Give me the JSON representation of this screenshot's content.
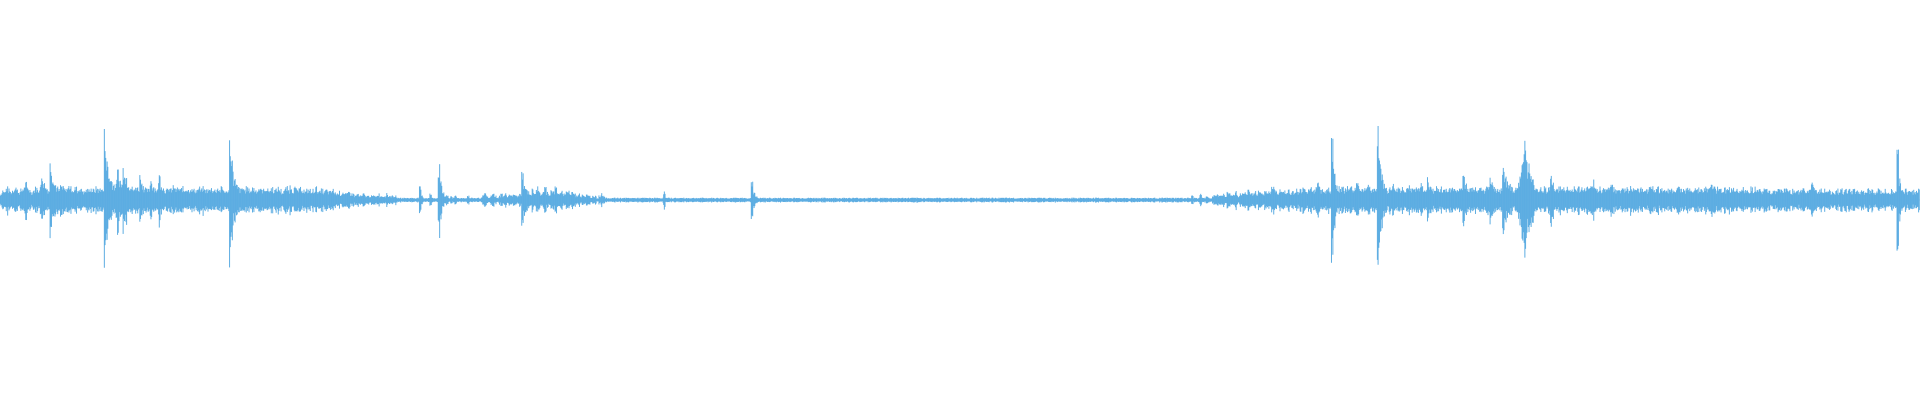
{
  "waveform": {
    "color": "#5dade2",
    "background": "#ffffff",
    "samples": [
      0.03,
      0.05,
      0.04,
      0.06,
      0.05,
      0.04,
      0.05,
      0.07,
      0.05,
      0.04,
      0.05,
      0.06,
      0.08,
      0.06,
      0.05,
      0.04,
      0.05,
      0.06,
      0.05,
      0.07,
      0.12,
      0.08,
      0.06,
      0.05,
      0.18,
      0.12,
      0.08,
      0.06,
      0.05,
      0.07,
      0.06,
      0.05,
      0.06,
      0.07,
      0.06,
      0.05,
      0.06,
      0.05,
      0.06,
      0.05,
      0.04,
      0.05,
      0.05,
      0.06,
      0.05,
      0.05,
      0.06,
      0.05,
      0.06,
      0.05,
      0.32,
      0.18,
      0.12,
      0.1,
      0.08,
      0.07,
      0.14,
      0.1,
      0.08,
      0.16,
      0.12,
      0.09,
      0.07,
      0.06,
      0.05,
      0.07,
      0.06,
      0.12,
      0.08,
      0.06,
      0.05,
      0.05,
      0.1,
      0.07,
      0.06,
      0.05,
      0.12,
      0.08,
      0.06,
      0.05,
      0.05,
      0.06,
      0.05,
      0.07,
      0.05,
      0.06,
      0.05,
      0.06,
      0.05,
      0.06,
      0.05,
      0.06,
      0.05,
      0.05,
      0.05,
      0.06,
      0.05,
      0.06,
      0.05,
      0.05,
      0.05,
      0.06,
      0.05,
      0.05,
      0.06,
      0.05,
      0.06,
      0.05,
      0.04,
      0.05,
      0.3,
      0.18,
      0.1,
      0.07,
      0.06,
      0.05,
      0.06,
      0.05,
      0.06,
      0.05,
      0.05,
      0.06,
      0.05,
      0.05,
      0.06,
      0.05,
      0.05,
      0.06,
      0.05,
      0.05,
      0.06,
      0.05,
      0.05,
      0.06,
      0.05,
      0.04,
      0.05,
      0.06,
      0.05,
      0.07,
      0.05,
      0.06,
      0.05,
      0.05,
      0.06,
      0.05,
      0.04,
      0.05,
      0.05,
      0.04,
      0.05,
      0.06,
      0.05,
      0.04,
      0.05,
      0.04,
      0.05,
      0.04,
      0.04,
      0.05,
      0.04,
      0.03,
      0.04,
      0.03,
      0.04,
      0.03,
      0.03,
      0.04,
      0.03,
      0.03,
      0.02,
      0.03,
      0.02,
      0.02,
      0.03,
      0.02,
      0.02,
      0.02,
      0.02,
      0.02,
      0.02,
      0.03,
      0.02,
      0.02,
      0.02,
      0.03,
      0.02,
      0.02,
      0.02,
      0.02,
      0.01,
      0.01,
      0.01,
      0.01,
      0.01,
      0.01,
      0.01,
      0.01,
      0.01,
      0.01,
      0.01,
      0.06,
      0.02,
      0.01,
      0.01,
      0.01,
      0.03,
      0.01,
      0.01,
      0.01,
      0.16,
      0.08,
      0.04,
      0.02,
      0.02,
      0.01,
      0.02,
      0.01,
      0.02,
      0.01,
      0.01,
      0.01,
      0.01,
      0.01,
      0.02,
      0.01,
      0.01,
      0.01,
      0.01,
      0.01,
      0.01,
      0.02,
      0.03,
      0.02,
      0.01,
      0.02,
      0.03,
      0.02,
      0.01,
      0.02,
      0.03,
      0.02,
      0.03,
      0.02,
      0.03,
      0.02,
      0.03,
      0.02,
      0.02,
      0.03,
      0.12,
      0.07,
      0.05,
      0.04,
      0.03,
      0.05,
      0.04,
      0.06,
      0.04,
      0.03,
      0.04,
      0.06,
      0.04,
      0.03,
      0.05,
      0.04,
      0.06,
      0.04,
      0.03,
      0.04,
      0.03,
      0.04,
      0.05,
      0.03,
      0.04,
      0.03,
      0.02,
      0.03,
      0.02,
      0.03,
      0.02,
      0.03,
      0.02,
      0.01,
      0.02,
      0.02,
      0.01,
      0.02,
      0.03,
      0.02,
      0.01,
      0.01,
      0.01,
      0.01,
      0.01,
      0.01,
      0.01,
      0.01,
      0.01,
      0.01,
      0.01,
      0.01,
      0.01,
      0.01,
      0.01,
      0.01,
      0.01,
      0.01,
      0.01,
      0.01,
      0.01,
      0.01,
      0.01,
      0.01,
      0.01,
      0.01,
      0.01,
      0.01,
      0.04,
      0.01,
      0.01,
      0.01,
      0.01,
      0.01,
      0.01,
      0.01,
      0.01,
      0.01,
      0.01,
      0.01,
      0.01,
      0.01,
      0.01,
      0.01,
      0.01,
      0.01,
      0.01,
      0.01,
      0.01,
      0.01,
      0.01,
      0.01,
      0.01,
      0.01,
      0.01,
      0.01,
      0.01,
      0.01,
      0.01,
      0.01,
      0.01,
      0.01,
      0.01,
      0.01,
      0.01,
      0.01,
      0.01,
      0.01,
      0.01,
      0.01,
      0.08,
      0.04,
      0.02,
      0.01,
      0.01,
      0.01,
      0.01,
      0.01,
      0.01,
      0.01,
      0.01,
      0.01,
      0.01,
      0.01,
      0.01,
      0.01,
      0.01,
      0.01,
      0.01,
      0.01,
      0.01,
      0.01,
      0.01,
      0.01,
      0.01,
      0.01,
      0.01,
      0.01,
      0.01,
      0.01,
      0.01,
      0.01,
      0.01,
      0.01,
      0.01,
      0.01,
      0.01,
      0.01,
      0.01,
      0.01,
      0.01,
      0.01,
      0.01,
      0.01,
      0.01,
      0.01,
      0.01,
      0.01,
      0.01,
      0.01,
      0.01,
      0.01,
      0.01,
      0.01,
      0.01,
      0.01,
      0.01,
      0.01,
      0.01,
      0.01,
      0.01,
      0.01,
      0.01,
      0.01,
      0.01,
      0.01,
      0.01,
      0.01,
      0.01,
      0.01,
      0.01,
      0.01,
      0.01,
      0.01,
      0.01,
      0.01,
      0.01,
      0.01,
      0.01,
      0.01,
      0.01,
      0.01,
      0.01,
      0.01,
      0.01,
      0.01,
      0.01,
      0.01,
      0.01,
      0.01,
      0.01,
      0.01,
      0.01,
      0.01,
      0.01,
      0.01,
      0.01,
      0.01,
      0.01,
      0.01,
      0.01,
      0.01,
      0.01,
      0.01,
      0.01,
      0.01,
      0.01,
      0.01,
      0.01,
      0.01,
      0.01,
      0.01,
      0.01,
      0.01,
      0.01,
      0.01,
      0.01,
      0.01,
      0.01,
      0.01,
      0.01,
      0.01,
      0.01,
      0.01,
      0.01,
      0.01,
      0.01,
      0.01,
      0.01,
      0.01,
      0.01,
      0.01,
      0.01,
      0.01,
      0.01,
      0.01,
      0.01,
      0.01,
      0.01,
      0.01,
      0.01,
      0.01,
      0.01,
      0.01,
      0.01,
      0.01,
      0.01,
      0.01,
      0.01,
      0.01,
      0.01,
      0.01,
      0.01,
      0.01,
      0.01,
      0.01,
      0.01,
      0.01,
      0.01,
      0.01,
      0.01,
      0.01,
      0.01,
      0.01,
      0.01,
      0.01,
      0.01,
      0.01,
      0.01,
      0.01,
      0.01,
      0.01,
      0.01,
      0.01,
      0.01,
      0.01,
      0.01,
      0.01,
      0.01,
      0.01,
      0.01,
      0.01,
      0.01,
      0.01,
      0.01,
      0.01,
      0.01,
      0.01,
      0.01,
      0.01,
      0.01,
      0.01,
      0.01,
      0.01,
      0.01,
      0.01,
      0.01,
      0.01,
      0.01,
      0.01,
      0.01,
      0.01,
      0.01,
      0.01,
      0.01,
      0.01,
      0.01,
      0.01,
      0.01,
      0.01,
      0.01,
      0.02,
      0.01,
      0.01,
      0.01,
      0.03,
      0.01,
      0.01,
      0.02,
      0.01,
      0.01,
      0.02,
      0.02,
      0.03,
      0.02,
      0.02,
      0.03,
      0.02,
      0.04,
      0.03,
      0.02,
      0.03,
      0.04,
      0.02,
      0.03,
      0.03,
      0.04,
      0.03,
      0.05,
      0.03,
      0.03,
      0.04,
      0.03,
      0.05,
      0.04,
      0.03,
      0.04,
      0.03,
      0.04,
      0.06,
      0.08,
      0.06,
      0.04,
      0.05,
      0.06,
      0.05,
      0.04,
      0.05,
      0.04,
      0.05,
      0.04,
      0.05,
      0.04,
      0.05,
      0.06,
      0.05,
      0.04,
      0.05,
      0.06,
      0.05,
      0.06,
      0.08,
      0.06,
      0.05,
      0.04,
      0.05,
      0.06,
      0.05,
      0.28,
      0.14,
      0.08,
      0.06,
      0.05,
      0.06,
      0.05,
      0.06,
      0.07,
      0.06,
      0.05,
      0.06,
      0.08,
      0.07,
      0.06,
      0.05,
      0.06,
      0.08,
      0.06,
      0.05,
      0.06,
      0.05,
      0.32,
      0.18,
      0.12,
      0.08,
      0.06,
      0.05,
      0.06,
      0.07,
      0.06,
      0.05,
      0.06,
      0.05,
      0.06,
      0.05,
      0.06,
      0.07,
      0.06,
      0.05,
      0.06,
      0.05,
      0.06,
      0.08,
      0.06,
      0.05,
      0.1,
      0.07,
      0.06,
      0.05,
      0.06,
      0.05,
      0.06,
      0.05,
      0.06,
      0.05,
      0.06,
      0.05,
      0.06,
      0.05,
      0.06,
      0.05,
      0.06,
      0.12,
      0.08,
      0.06,
      0.05,
      0.06,
      0.05,
      0.06,
      0.05,
      0.08,
      0.06,
      0.05,
      0.06,
      0.07,
      0.1,
      0.08,
      0.06,
      0.05,
      0.06,
      0.05,
      0.16,
      0.12,
      0.09,
      0.07,
      0.06,
      0.05,
      0.06,
      0.08,
      0.1,
      0.18,
      0.28,
      0.22,
      0.16,
      0.12,
      0.09,
      0.07,
      0.06,
      0.05,
      0.06,
      0.05,
      0.06,
      0.05,
      0.06,
      0.12,
      0.08,
      0.06,
      0.05,
      0.06,
      0.05,
      0.06,
      0.05,
      0.06,
      0.05,
      0.05,
      0.06,
      0.05,
      0.06,
      0.05,
      0.06,
      0.05,
      0.06,
      0.05,
      0.06,
      0.09,
      0.06,
      0.05,
      0.06,
      0.05,
      0.06,
      0.05,
      0.06,
      0.07,
      0.08,
      0.06,
      0.05,
      0.06,
      0.05,
      0.06,
      0.05,
      0.06,
      0.05,
      0.06,
      0.05,
      0.06,
      0.05,
      0.05,
      0.06,
      0.05,
      0.06,
      0.05,
      0.06,
      0.08,
      0.06,
      0.05,
      0.06,
      0.05,
      0.06,
      0.05,
      0.06,
      0.05,
      0.06,
      0.05,
      0.06,
      0.05,
      0.06,
      0.05,
      0.06,
      0.05,
      0.06,
      0.05,
      0.06,
      0.05,
      0.06,
      0.05,
      0.06,
      0.05,
      0.05,
      0.06,
      0.05,
      0.06,
      0.08,
      0.06,
      0.05,
      0.06,
      0.05,
      0.05,
      0.06,
      0.05,
      0.06,
      0.05,
      0.06,
      0.05,
      0.06,
      0.05,
      0.05,
      0.06,
      0.05,
      0.06,
      0.05,
      0.06,
      0.05,
      0.06,
      0.05,
      0.05,
      0.04,
      0.05,
      0.06,
      0.05,
      0.04,
      0.05,
      0.04,
      0.05,
      0.06,
      0.05,
      0.04,
      0.05,
      0.06,
      0.05,
      0.04,
      0.05,
      0.04,
      0.05,
      0.04,
      0.05,
      0.06,
      0.05,
      0.04,
      0.05,
      0.1,
      0.06,
      0.05,
      0.04,
      0.05,
      0.04,
      0.05,
      0.04,
      0.05,
      0.04,
      0.05,
      0.04,
      0.05,
      0.04,
      0.05,
      0.04,
      0.05,
      0.04,
      0.05,
      0.04,
      0.05,
      0.04,
      0.05,
      0.04,
      0.05,
      0.04,
      0.04,
      0.05,
      0.04,
      0.05,
      0.04,
      0.04,
      0.05,
      0.04,
      0.04,
      0.05,
      0.04,
      0.04,
      0.05,
      0.04,
      0.04,
      0.22,
      0.1,
      0.06,
      0.04,
      0.05,
      0.04,
      0.05,
      0.04,
      0.05,
      0.04,
      0.05
    ]
  }
}
